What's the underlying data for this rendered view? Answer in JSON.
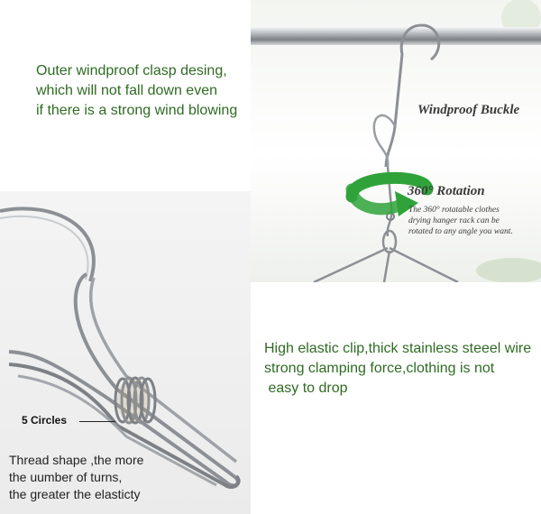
{
  "top_caption": {
    "line1": "Outer windproof clasp desing,",
    "line2": "which will not fall down even",
    "line3": "if there is  a strong wind blowing"
  },
  "hook_panel": {
    "buckle_label": "Windproof Buckle",
    "rotation_label": "360° Rotation",
    "rotation_note": {
      "line1": "The 360° rotatable clothes",
      "line2": "drying hanger rack can be",
      "line3": "rotated to any angle you want."
    }
  },
  "clip_panel": {
    "circles_label": "5 Circles",
    "thread_caption": {
      "line1": "Thread shape ,the more",
      "line2": "the uumber of turns,",
      "line3": "the greater the elasticty"
    }
  },
  "clip_caption": {
    "line1": "High elastic clip,thick stainless steeel wire",
    "line2": "strong clamping force,clothing is not",
    "line3": " easy to drop"
  },
  "colors": {
    "caption_green": "#2f6b23",
    "arrow_green": "#2fa33a",
    "steel": "#8c9095"
  },
  "icons": [
    "rotation-arrow-icon"
  ]
}
